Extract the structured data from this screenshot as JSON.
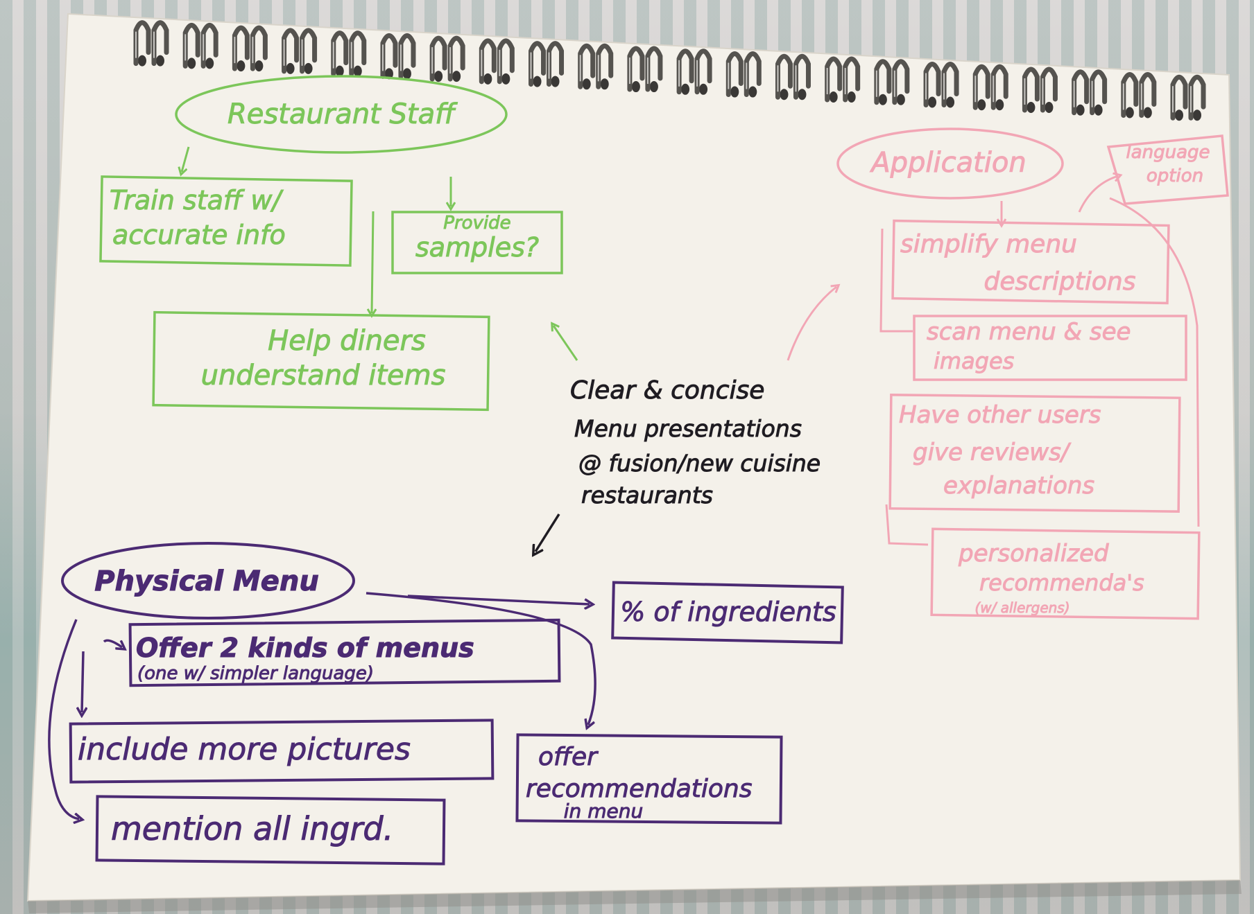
{
  "staff": {
    "title": "Restaurant Staff",
    "train_l1": "Train staff w/",
    "train_l2": "accurate info",
    "samples_small": "Provide",
    "samples": "samples?",
    "help_l1": "Help diners",
    "help_l2": "understand items"
  },
  "center": {
    "l1": "Clear & concise",
    "l2": "Menu presentations",
    "l3": "@ fusion/new cuisine",
    "l4": "restaurants"
  },
  "application": {
    "title": "Application",
    "language_l1": "language",
    "language_l2": "option",
    "simplify_l1": "simplify menu",
    "simplify_l2": "descriptions",
    "scan_l1": "scan menu & see",
    "scan_l2": "images",
    "reviews_l1": "Have other users",
    "reviews_l2": "give reviews/",
    "reviews_l3": "explanations",
    "personal_l1": "personalized",
    "personal_l2": "recommenda's",
    "personal_l3": "(w/ allergens)"
  },
  "menu": {
    "title": "Physical Menu",
    "offer_l1": "Offer 2 kinds of menus",
    "offer_l2": "(one w/ simpler language)",
    "pictures": "include more pictures",
    "ingredients_all": "mention all ingrd.",
    "percent": "% of ingredients",
    "rec_l1": "offer",
    "rec_l2": "recommendations",
    "rec_l3": "in menu"
  },
  "colors": {
    "green": "#7cc65a",
    "pink": "#f2a6b5",
    "purple": "#4b2a73",
    "ink": "#1f1c22",
    "paper": "#f4f1ea"
  }
}
